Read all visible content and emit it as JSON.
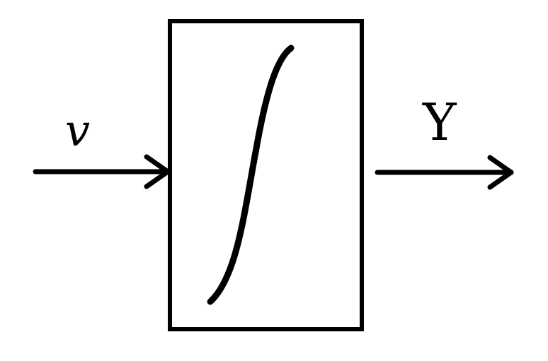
{
  "diagram": {
    "input_label": "v",
    "output_label": "Y",
    "block_symbol": "integral-sign",
    "stroke_color": "#000000",
    "background_color": "#ffffff"
  }
}
